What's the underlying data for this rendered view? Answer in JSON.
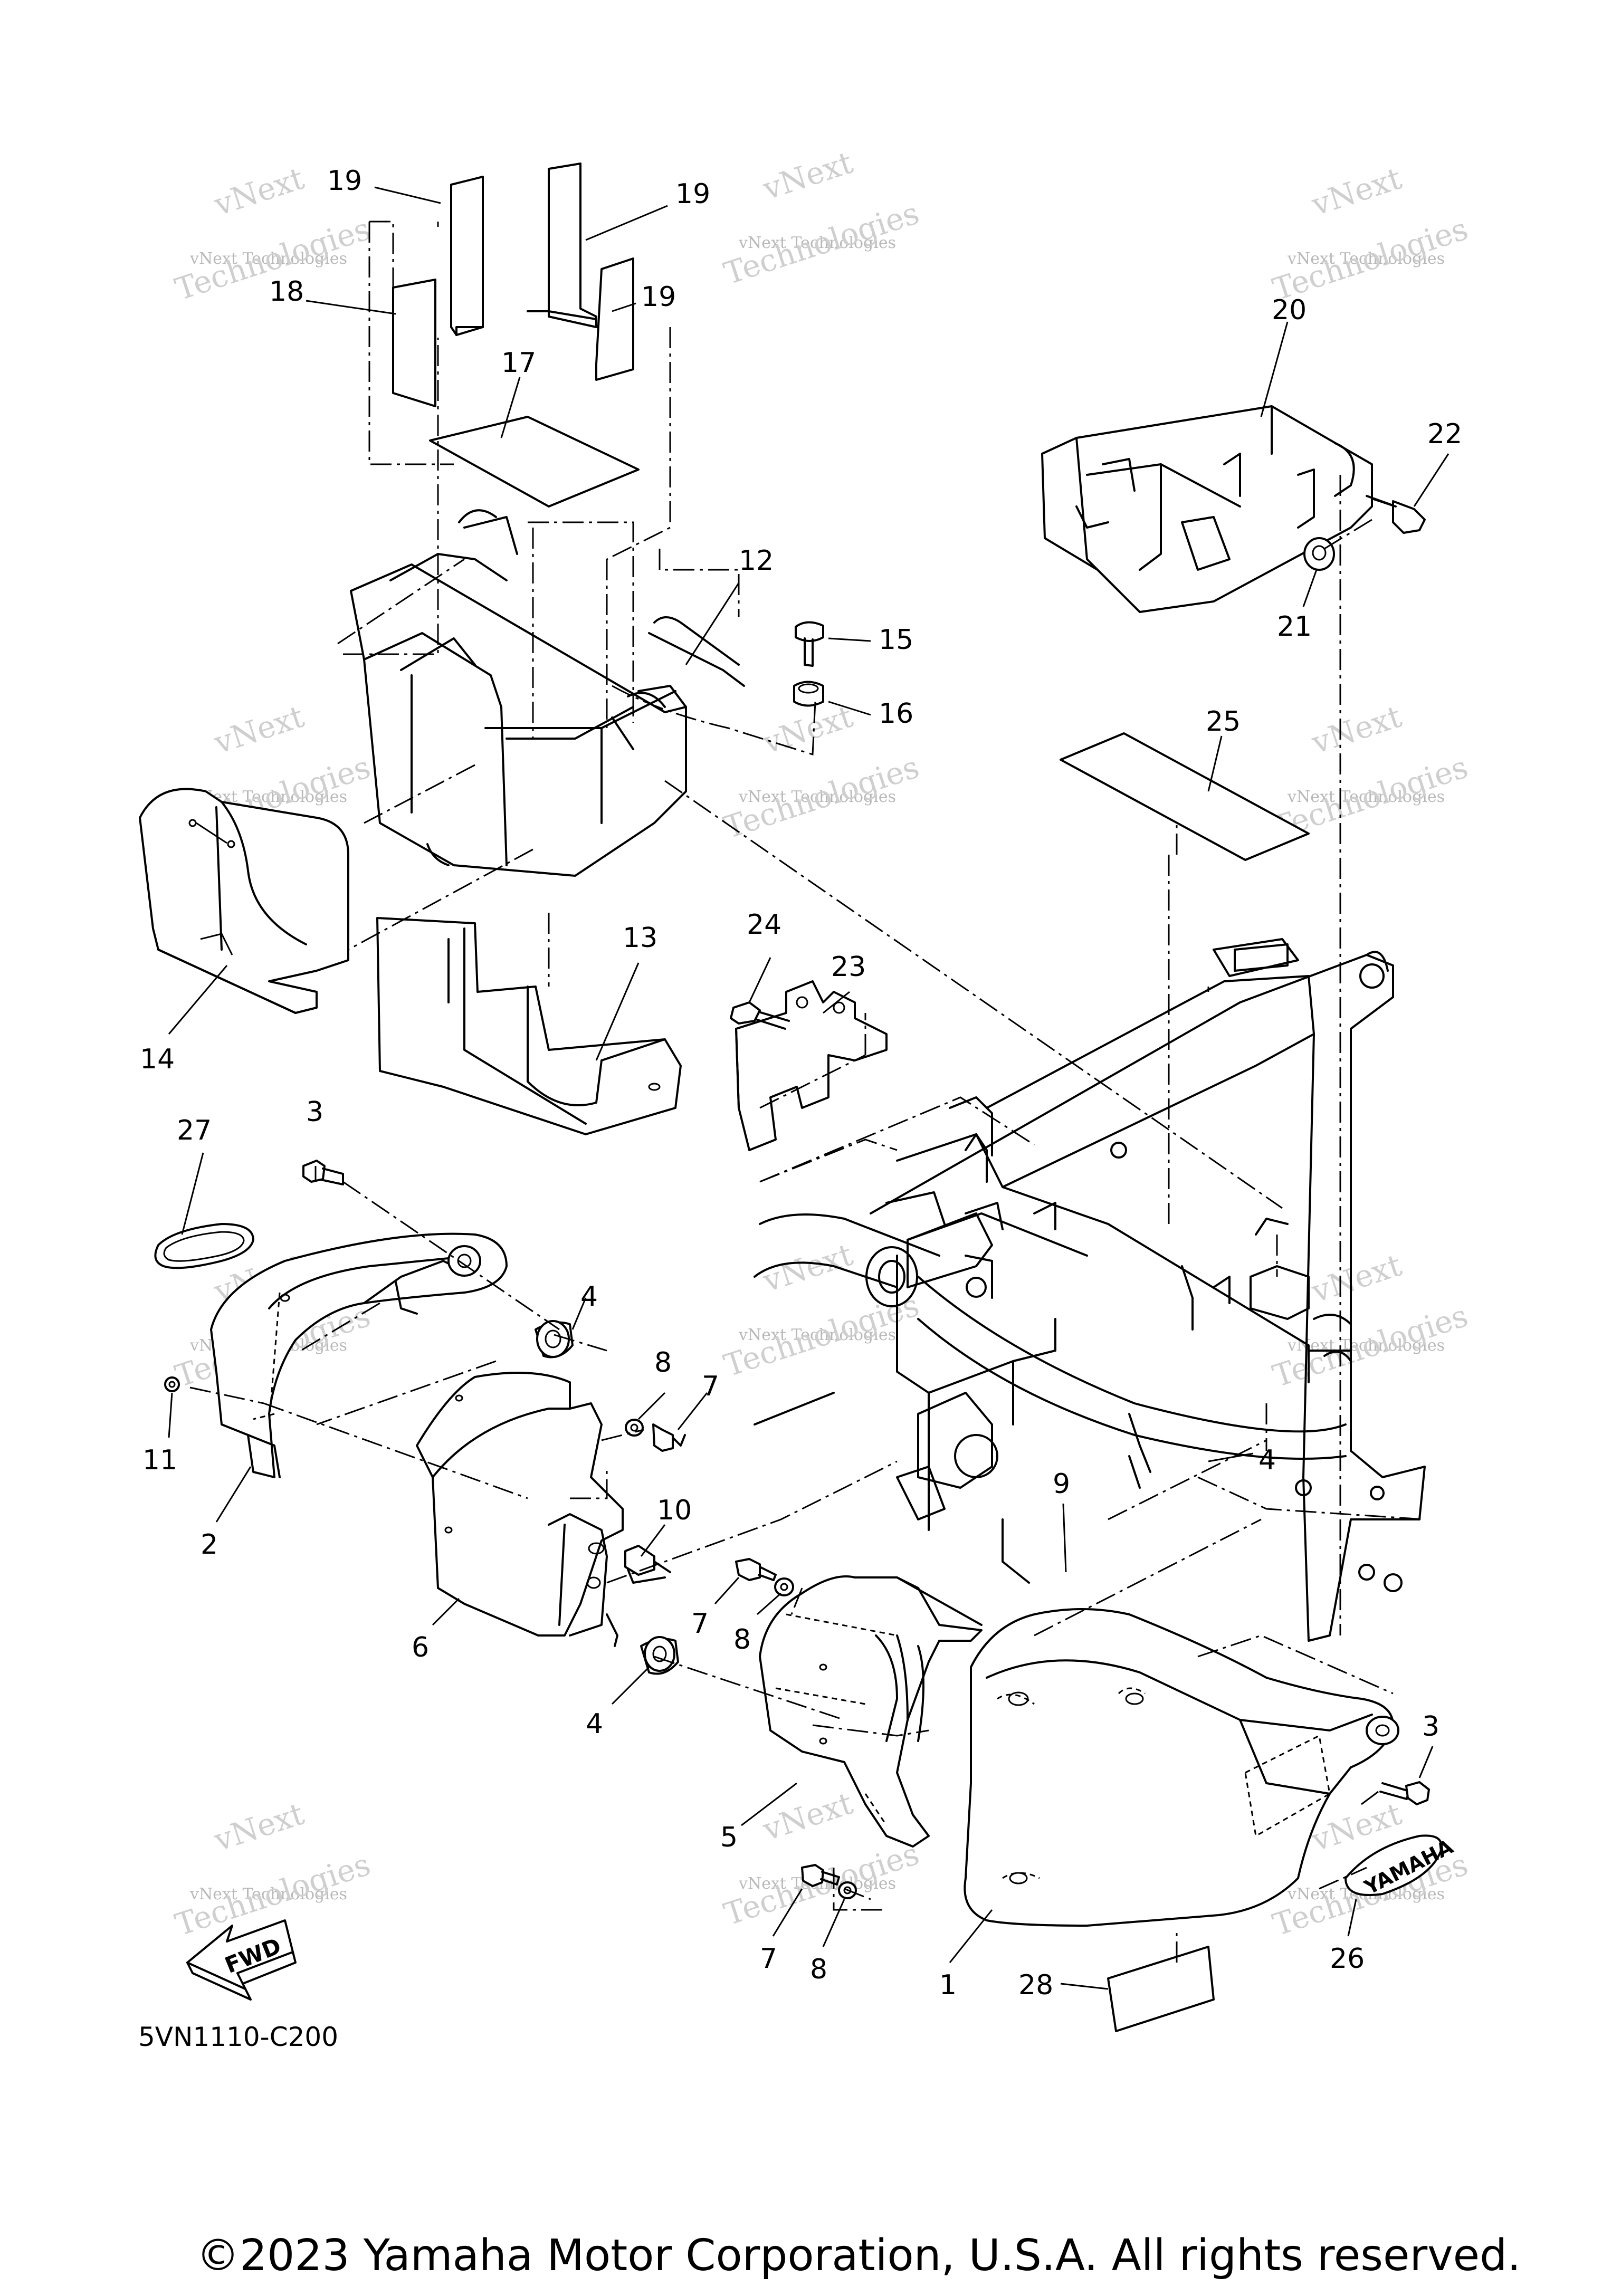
{
  "diagram_code": "5VN1110-C200",
  "copyright": "©2023 Yamaha Motor Corporation, U.S.A. All rights reserved.",
  "watermark": {
    "line1": "vNext Technologies",
    "line2": "vNext",
    "line3": "Technologies"
  },
  "fwd_label": "FWD",
  "emblem_text": "YAMAHA",
  "callouts": [
    {
      "id": "c19a",
      "label": "19"
    },
    {
      "id": "c19b",
      "label": "19"
    },
    {
      "id": "c19c",
      "label": "19"
    },
    {
      "id": "c18",
      "label": "18"
    },
    {
      "id": "c17",
      "label": "17"
    },
    {
      "id": "c20",
      "label": "20"
    },
    {
      "id": "c22",
      "label": "22"
    },
    {
      "id": "c21",
      "label": "21"
    },
    {
      "id": "c12",
      "label": "12"
    },
    {
      "id": "c15",
      "label": "15"
    },
    {
      "id": "c16",
      "label": "16"
    },
    {
      "id": "c25",
      "label": "25"
    },
    {
      "id": "c14",
      "label": "14"
    },
    {
      "id": "c13",
      "label": "13"
    },
    {
      "id": "c24",
      "label": "24"
    },
    {
      "id": "c23",
      "label": "23"
    },
    {
      "id": "c27",
      "label": "27"
    },
    {
      "id": "c3a",
      "label": "3"
    },
    {
      "id": "c4a",
      "label": "4"
    },
    {
      "id": "c8a",
      "label": "8"
    },
    {
      "id": "c7a",
      "label": "7"
    },
    {
      "id": "c11",
      "label": "11"
    },
    {
      "id": "c2",
      "label": "2"
    },
    {
      "id": "c10",
      "label": "10"
    },
    {
      "id": "c6",
      "label": "6"
    },
    {
      "id": "c9",
      "label": "9"
    },
    {
      "id": "c4b",
      "label": "4"
    },
    {
      "id": "c7b",
      "label": "7"
    },
    {
      "id": "c8b",
      "label": "8"
    },
    {
      "id": "c4c",
      "label": "4"
    },
    {
      "id": "c3b",
      "label": "3"
    },
    {
      "id": "c5",
      "label": "5"
    },
    {
      "id": "c26",
      "label": "26"
    },
    {
      "id": "c7c",
      "label": "7"
    },
    {
      "id": "c8c",
      "label": "8"
    },
    {
      "id": "c1",
      "label": "1"
    },
    {
      "id": "c28",
      "label": "28"
    }
  ]
}
